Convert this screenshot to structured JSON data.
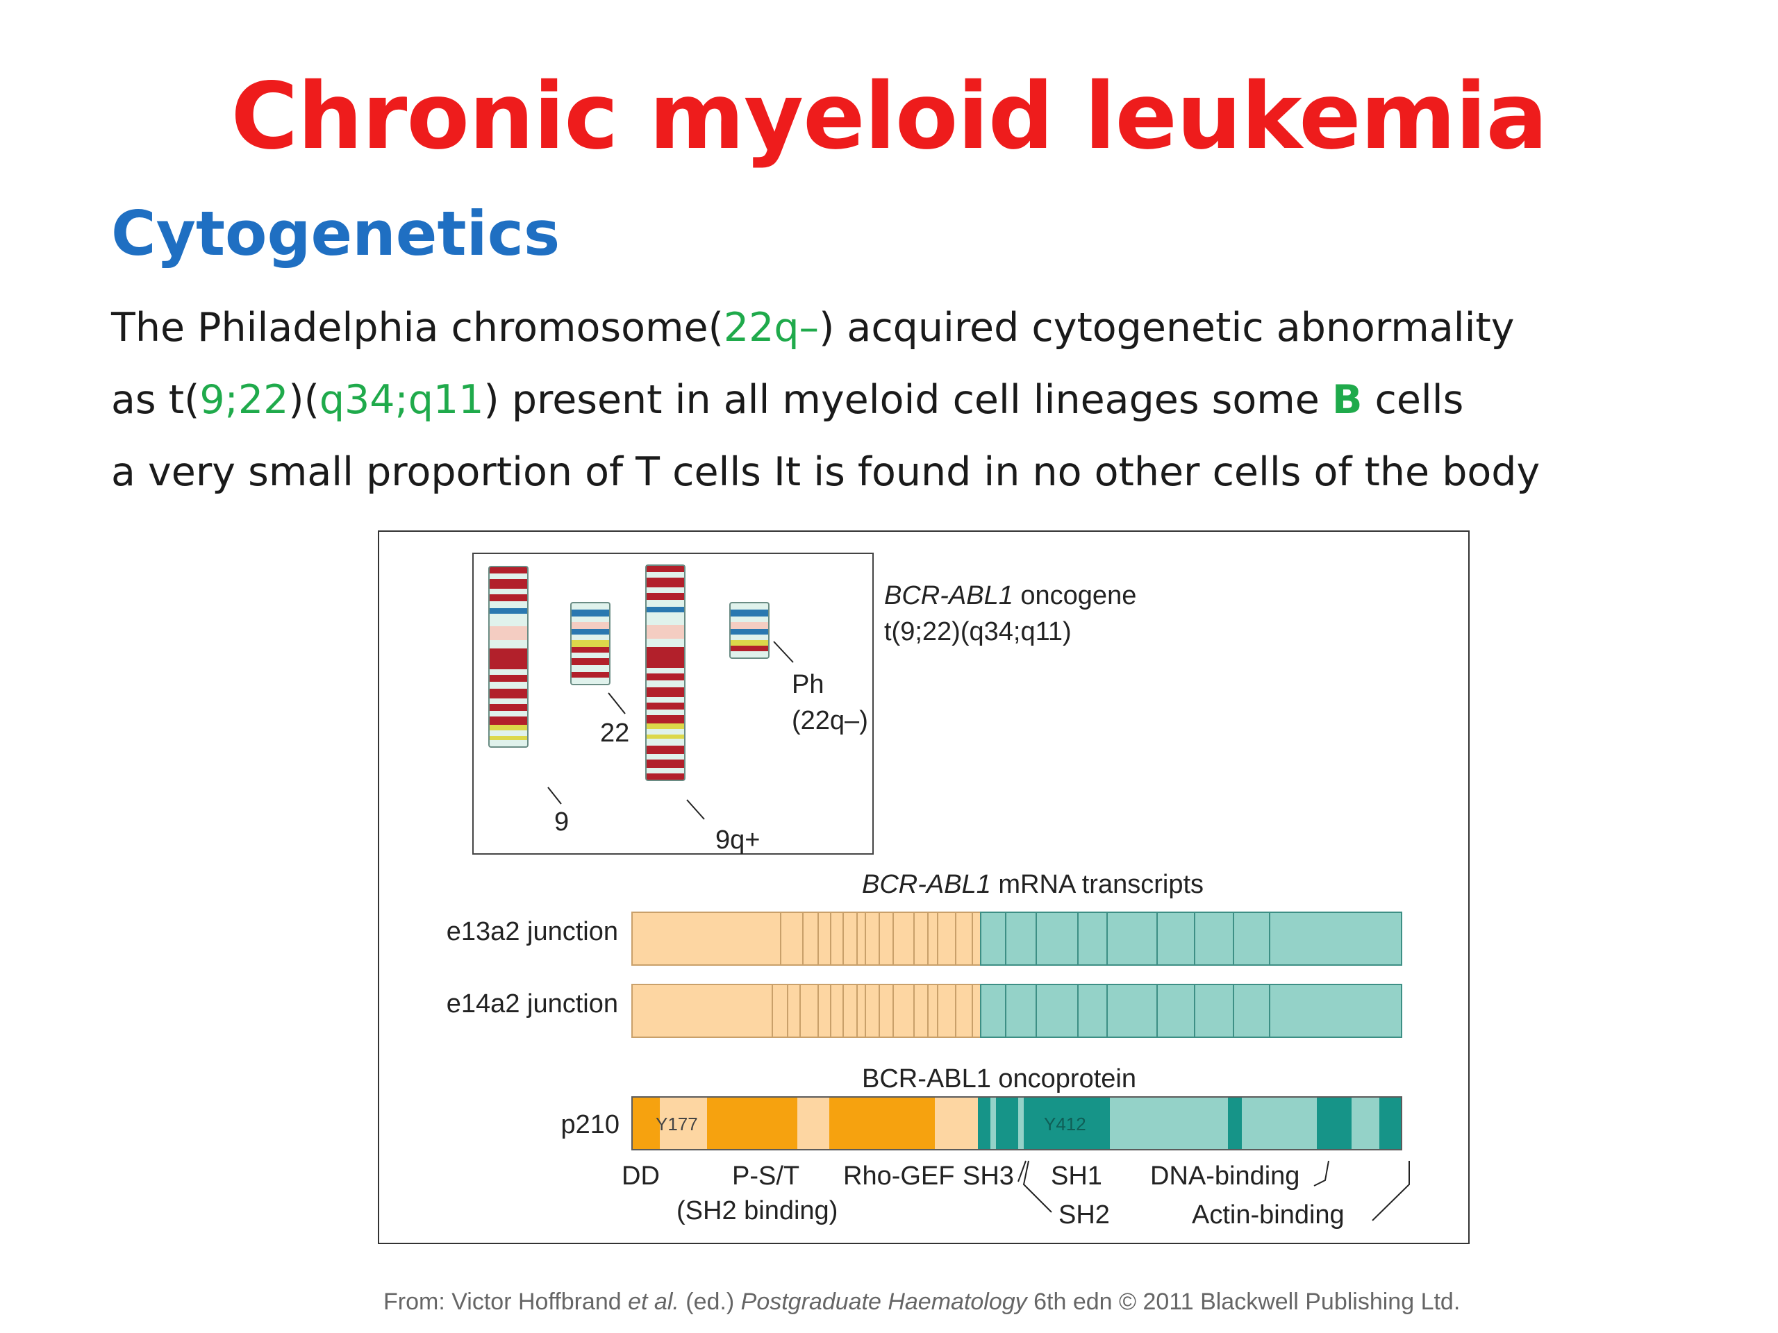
{
  "slide": {
    "title": "Chronic myeloid leukemia",
    "subtitle": "Cytogenetics",
    "line1": {
      "a": "The Philadelphia chromosome(",
      "b": "22q–",
      "c": ") acquired cytogenetic abnormality"
    },
    "line2": {
      "a": "as t(",
      "b": "9;22",
      "c": ")(",
      "d": "q34;q11",
      "e": ") present in all myeloid cell lineages some ",
      "f": "B",
      "g": " cells"
    },
    "line3": "a very small proportion of T cells It is found in no other cells of the body"
  },
  "figure": {
    "oncogene_italic": "BCR-ABL1",
    "oncogene_rest": " oncogene",
    "translocation": "t(9;22)(q34;q11)",
    "chrom_labels": {
      "c9": "9",
      "c22": "22",
      "c9q": "9q+",
      "ph": "Ph",
      "ph22q": "(22q–)"
    },
    "mrna_title_italic": "BCR-ABL1",
    "mrna_title_rest": " mRNA transcripts",
    "e13a2": "e13a2 junction",
    "e14a2": "e14a2 junction",
    "oncoprotein_title": "BCR-ABL1 oncoprotein",
    "p210": "p210",
    "y177": "Y177",
    "y412": "Y412",
    "domains": {
      "dd": "DD",
      "pst": "P-S/T",
      "sh2binding": "(SH2 binding)",
      "rhogef": "Rho-GEF",
      "sh3": "SH3",
      "sh1": "SH1",
      "sh2": "SH2",
      "dna": "DNA-binding",
      "actin": "Actin-binding"
    },
    "colors": {
      "bcr": "#fdd6a2",
      "abl": "#94d2c8",
      "bcr_dark": "#f6a20f",
      "abl_dark": "#169488",
      "band_red": "#b2202b",
      "band_blue": "#2a78b0",
      "band_yellow": "#dcd84a",
      "band_pale": "#e0f2ec",
      "band_pink": "#f4cdc2"
    }
  },
  "source": {
    "a": "From: Victor Hoffbrand ",
    "b": "et al.",
    "c": " (ed.) ",
    "d": "Postgraduate Haematology",
    "e": " 6th edn © 2011 Blackwell Publishing Ltd."
  }
}
